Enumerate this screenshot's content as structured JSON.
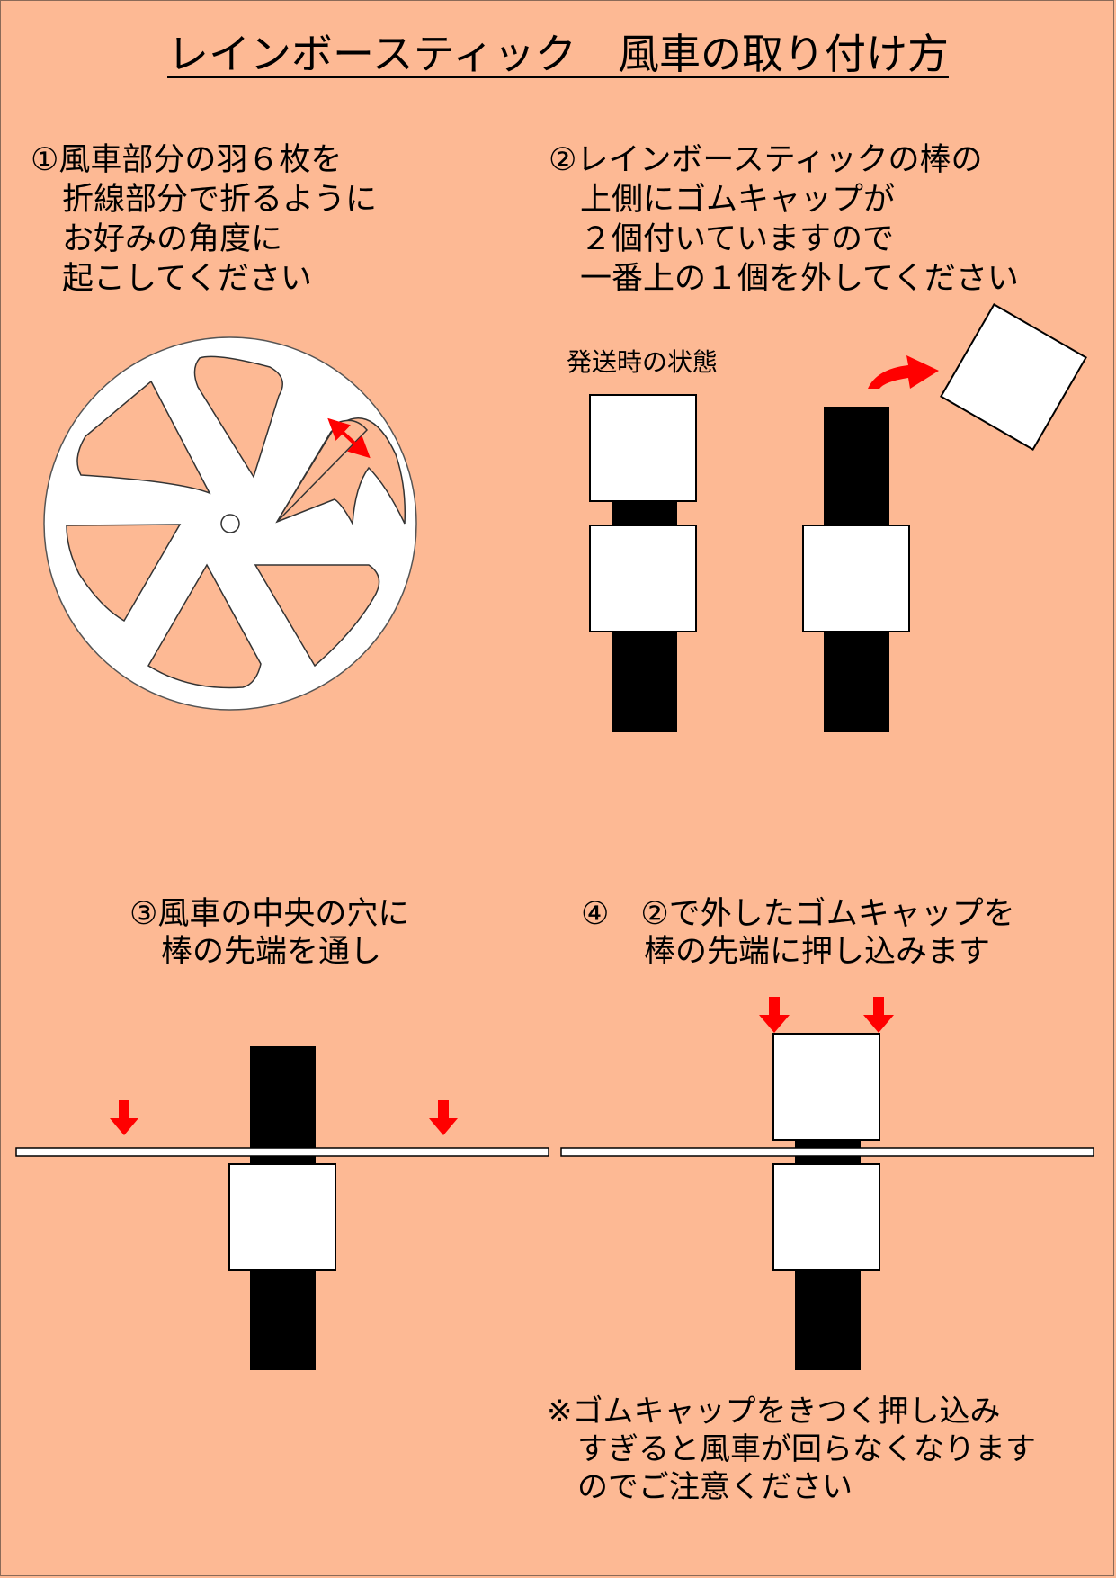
{
  "title": "レインボースティック　風車の取り付け方",
  "step1": {
    "lines": [
      "①風車部分の羽６枚を",
      "　折線部分で折るように",
      "　お好みの角度に",
      "　起こしてください"
    ]
  },
  "step2": {
    "lines": [
      "②レインボースティックの棒の",
      "　上側にゴムキャップが",
      "　２個付いていますので",
      "　一番上の１個を外してください"
    ],
    "shipping_label": "発送時の状態"
  },
  "step3": {
    "lines": [
      "③風車の中央の穴に",
      "　棒の先端を通し"
    ]
  },
  "step4": {
    "lines": [
      "④　②で外したゴムキャップを",
      "　　棒の先端に押し込みます"
    ]
  },
  "note": {
    "lines": [
      "※ゴムキャップをきつく押し込み",
      "　すぎると風車が回らなくなります",
      "　のでご注意ください"
    ]
  },
  "colors": {
    "background": "#fdb994",
    "arrow": "#ff0000",
    "stick": "#000000",
    "cap": "#ffffff"
  }
}
